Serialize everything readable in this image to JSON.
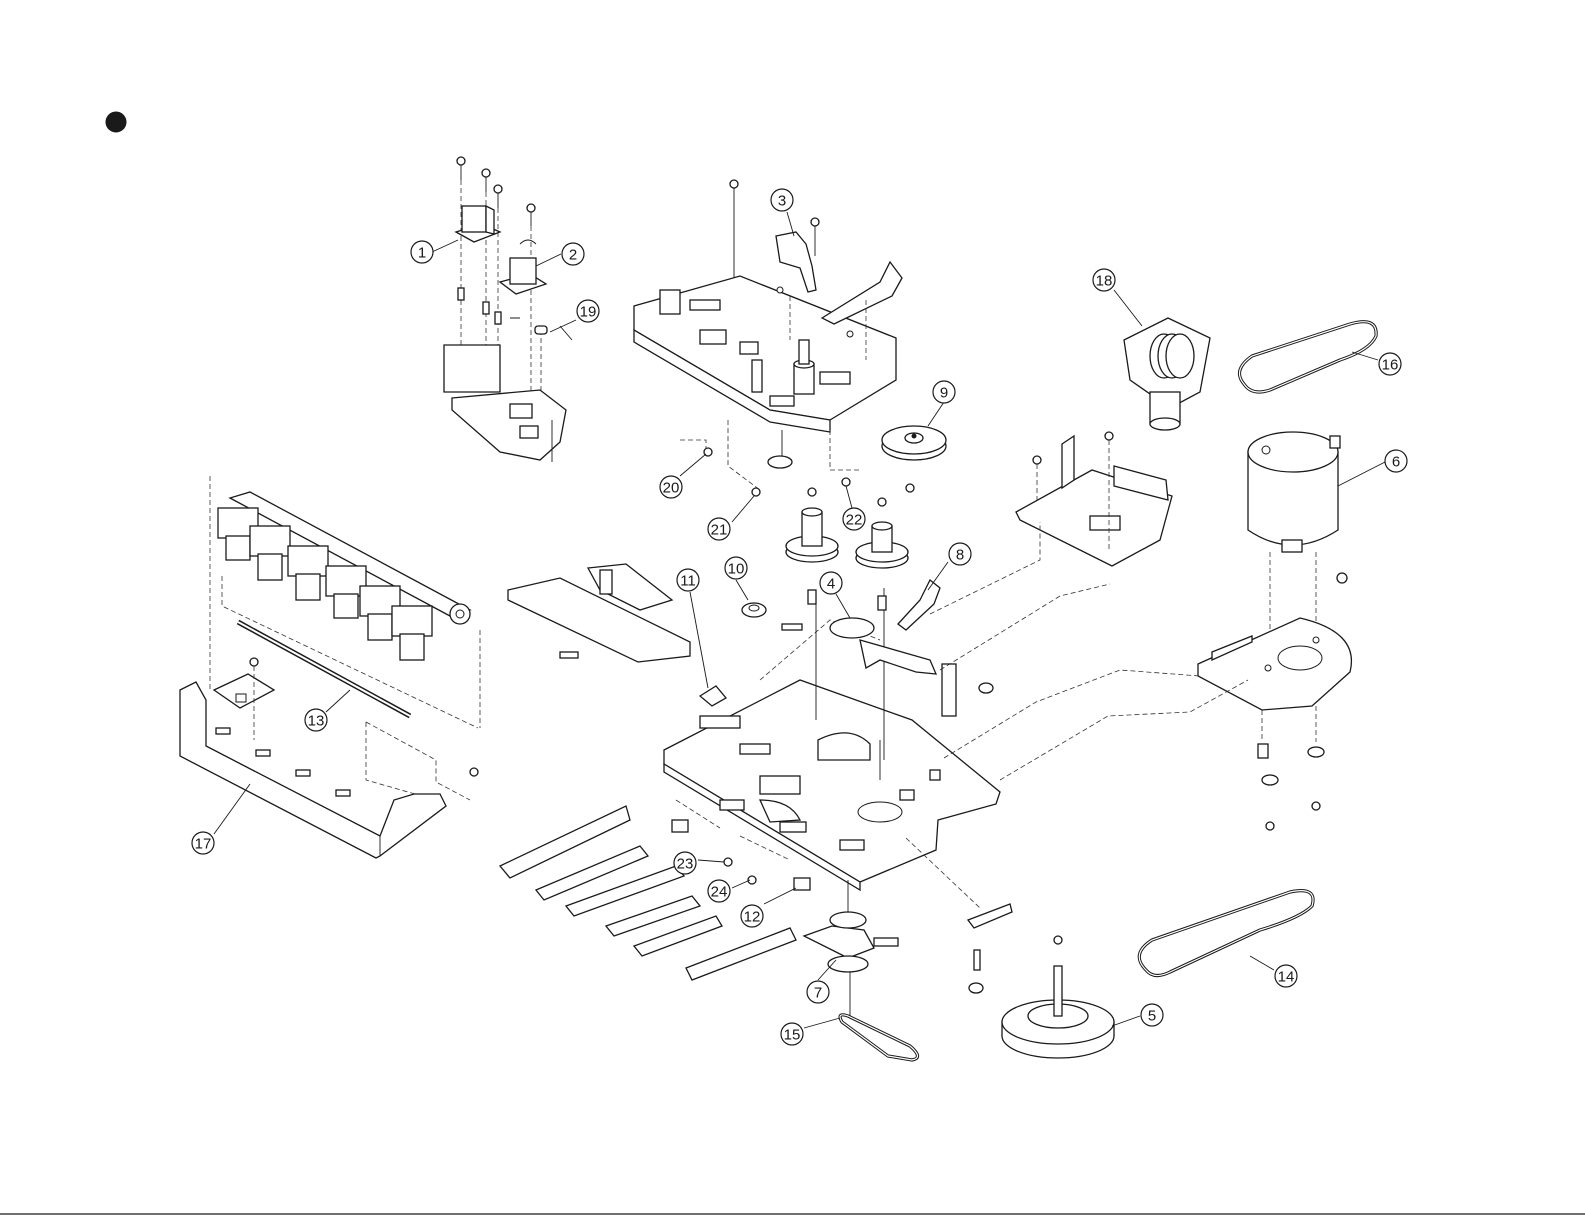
{
  "callouts": [
    {
      "label": "1"
    },
    {
      "label": "2"
    },
    {
      "label": "3"
    },
    {
      "label": "4"
    },
    {
      "label": "5"
    },
    {
      "label": "6"
    },
    {
      "label": "7"
    },
    {
      "label": "8"
    },
    {
      "label": "9"
    },
    {
      "label": "10"
    },
    {
      "label": "11"
    },
    {
      "label": "12"
    },
    {
      "label": "13"
    },
    {
      "label": "14"
    },
    {
      "label": "15"
    },
    {
      "label": "16"
    },
    {
      "label": "17"
    },
    {
      "label": "18"
    },
    {
      "label": "19"
    },
    {
      "label": "20"
    },
    {
      "label": "21"
    },
    {
      "label": "22"
    },
    {
      "label": "23"
    },
    {
      "label": "24"
    }
  ]
}
